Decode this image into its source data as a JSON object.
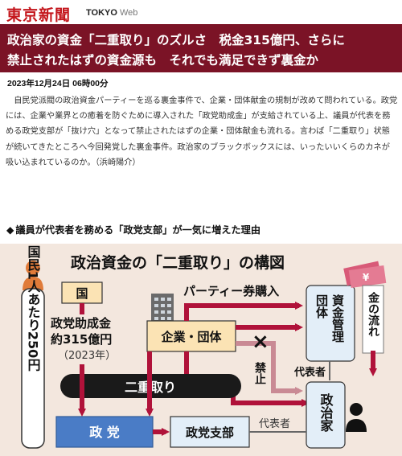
{
  "masthead": {
    "logo": "東京新聞",
    "brand": "TOKYO",
    "web": "Web"
  },
  "article": {
    "headline_line1": "政治家の資金「二重取り」のズルさ　税金315億円、さらに",
    "headline_line2": "禁止されたはずの資金源も　それでも満足できず裏金か",
    "date": "2023年12月24日 06時00分",
    "body": "自民党派閥の政治資金パーティーを巡る裏金事件で、企業・団体献金の規制が改めて問われている。政党には、企業や業界との癒着を防ぐために導入された「政党助成金」が支給されている上、議員が代表を務める政党支部が「抜け穴」となって禁止されたはずの企業・団体献金も流れる。言わば「二重取り」状態が続いてきたところへ今回発覚した裏金事件。政治家のブラックボックスには、いったいいくらのカネが吸い込まれているのか。（浜崎陽介）",
    "section_heading": "議員が代表者を務める「政党支部」が一気に増えた理由",
    "section_marker": "◆"
  },
  "diagram": {
    "title": "政治資金の「二重取り」の構図",
    "citizen_label": "国民1人あたり250円",
    "kuni": "国",
    "subsidy_line1": "政党助成金",
    "subsidy_line2": "約315億円",
    "subsidy_year": "（2023年）",
    "double_dip": "二重取り",
    "party_ticket": "パーティー券購入",
    "corp": "企業・団体",
    "ban_mark": "×",
    "ban": "禁止",
    "fund_group": "資金管理団体",
    "money_flow": "金の流れ",
    "representative_1": "代表者",
    "representative_2": "代表者",
    "politician": "政治家",
    "party": "政 党",
    "branch": "政党支部",
    "colors": {
      "accent_dark": "#7b1326",
      "arrow_red": "#b0123a",
      "arrow_pink": "#c98a94",
      "box_yellow": "#fbe3b4",
      "box_blue": "#4a7cc6",
      "box_light_blue": "#e3eef8",
      "banner_black": "#1a1a1a"
    },
    "icons": [
      "person-icon",
      "building-icon",
      "money-bills-icon",
      "politician-icon",
      "arrow-down-icon"
    ]
  }
}
